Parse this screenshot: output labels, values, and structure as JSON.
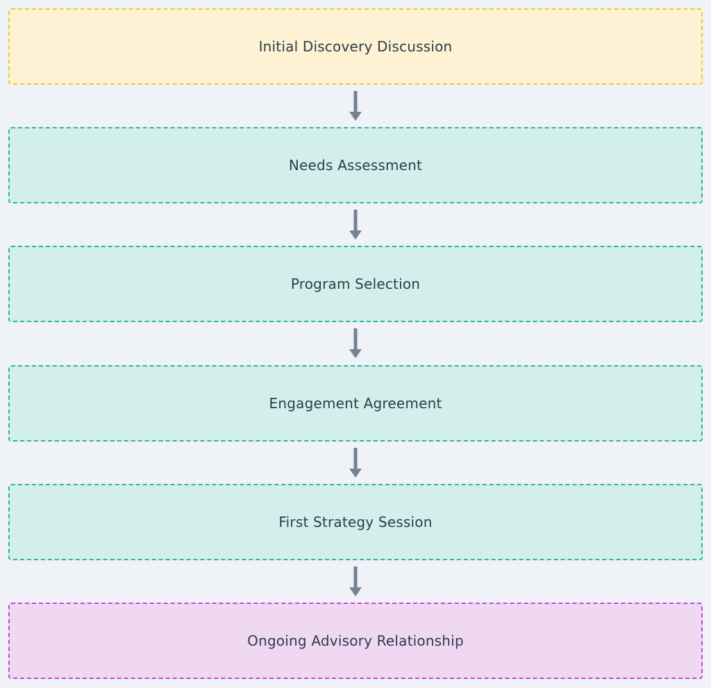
{
  "diagram": {
    "steps": [
      {
        "label": "Initial Discovery Discussion",
        "fill": "#fef2d4",
        "border": "#ecc836"
      },
      {
        "label": "Needs Assessment",
        "fill": "#d3efec",
        "border": "#2bb5a0"
      },
      {
        "label": "Program Selection",
        "fill": "#d3efec",
        "border": "#2bb5a0"
      },
      {
        "label": "Engagement Agreement",
        "fill": "#d3efec",
        "border": "#2bb5a0"
      },
      {
        "label": "First Strategy Session",
        "fill": "#d3efec",
        "border": "#2bb5a0"
      },
      {
        "label": "Ongoing Advisory Relationship",
        "fill": "#f0d8f3",
        "border": "#c444d6"
      }
    ],
    "arrow_color": "#748291",
    "background": "#eff3f7"
  }
}
